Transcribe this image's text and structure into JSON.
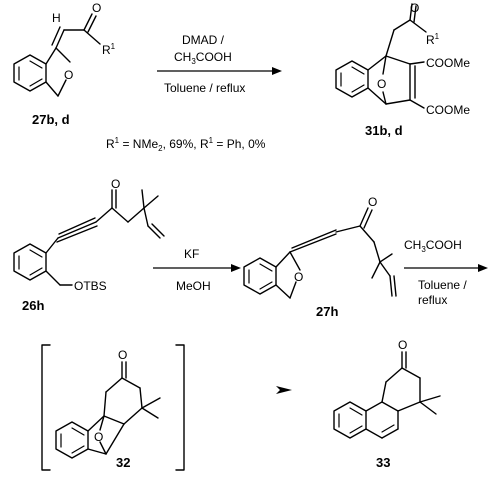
{
  "reaction1": {
    "reagent_top_1": "DMAD /",
    "reagent_top_2": "CH",
    "reagent_top_2_sub": "3",
    "reagent_top_2_rest": "COOH",
    "reagent_bottom": "Toluene / reflux",
    "start_label": "27b, d",
    "product_label": "31b, d",
    "start_atom_H": "H",
    "start_atom_O_ring": "O",
    "start_atom_O_carbonyl": "O",
    "start_R": "R",
    "start_R_sup": "1",
    "product_atom_O_carbonyl": "O",
    "product_R": "R",
    "product_R_sup": "1",
    "product_ester_1": "COOMe",
    "product_ester_2": "COOMe",
    "product_bridge_O": "O",
    "yield_line": {
      "r1a": "R",
      "r1a_sup": "1",
      "r1a_val": " = NMe",
      "r1a_sub": "2",
      "r1a_yield": ", 69%,  R",
      "r1b_sup": "1",
      "r1b_val": " = Ph, 0%"
    }
  },
  "reaction2": {
    "start_label": "26h",
    "start_O_carbonyl": "O",
    "start_OTBS": "OTBS",
    "reagent_top": "KF",
    "reagent_bottom": "MeOH",
    "inter_label": "27h",
    "inter_O_carbonyl": "O",
    "inter_O_ring": "O",
    "reagent2_top": "CH",
    "reagent2_top_sub": "3",
    "reagent2_top_rest": "COOH",
    "reagent2_bottom_1": "Toluene /",
    "reagent2_bottom_2": "reflux"
  },
  "reaction3": {
    "inter_label": "32",
    "inter_O_carbonyl": "O",
    "inter_O_bridge": "O",
    "product_label": "33",
    "product_O_carbonyl": "O"
  }
}
